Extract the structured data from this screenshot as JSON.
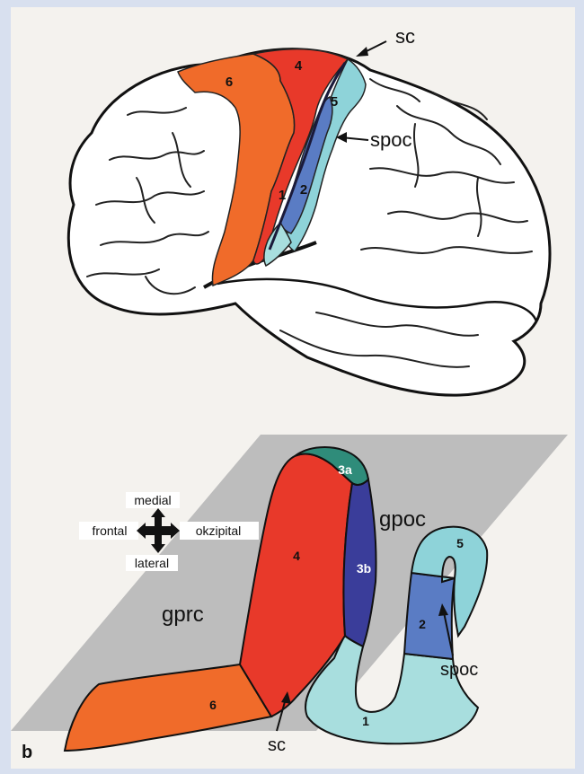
{
  "colors": {
    "area6": "#f06b2a",
    "area4": "#e8392a",
    "area3a": "#2f8c7a",
    "area3b": "#3a3d9a",
    "area5": "#8ed3d9",
    "area2": "#5a7cc4",
    "area1": "#a8dede",
    "plane": "#bdbdbd"
  },
  "brain": {
    "area_6": "6",
    "area_4": "4",
    "area_5": "5",
    "area_1": "1",
    "area_2": "2",
    "sc_label": "sc",
    "spoc_label": "spoc"
  },
  "slice": {
    "area_3a": "3a",
    "area_3b": "3b",
    "area_4": "4",
    "area_5": "5",
    "area_2": "2",
    "area_1": "1",
    "area_6": "6",
    "gprc": "gprc",
    "gpoc": "gpoc",
    "sc": "sc",
    "spoc": "spoc",
    "panel_letter": "b"
  },
  "orientation": {
    "medial": "medial",
    "lateral": "lateral",
    "frontal": "frontal",
    "okzipital": "okzipital"
  }
}
